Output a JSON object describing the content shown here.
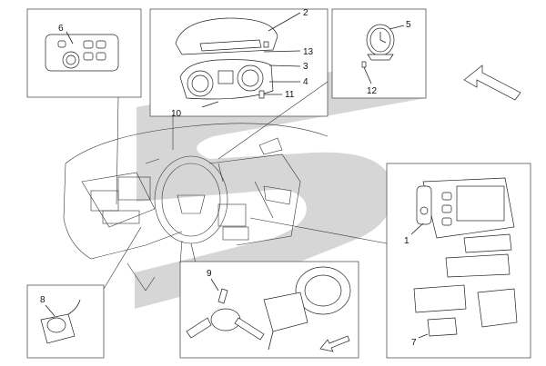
{
  "callouts": {
    "n1": "1",
    "n2": "2",
    "n3": "3",
    "n4": "4",
    "n5": "5",
    "n6": "6",
    "n7": "7",
    "n8": "8",
    "n9": "9",
    "n10": "10",
    "n11": "11",
    "n12": "12",
    "n13": "13"
  },
  "colors": {
    "swoosh": "#d6d6d6",
    "line": "#222222",
    "box_border": "#555555"
  },
  "icons": {
    "direction_arrow": "outline-arrow-icon",
    "view_arrow": "outline-arrow-icon"
  }
}
